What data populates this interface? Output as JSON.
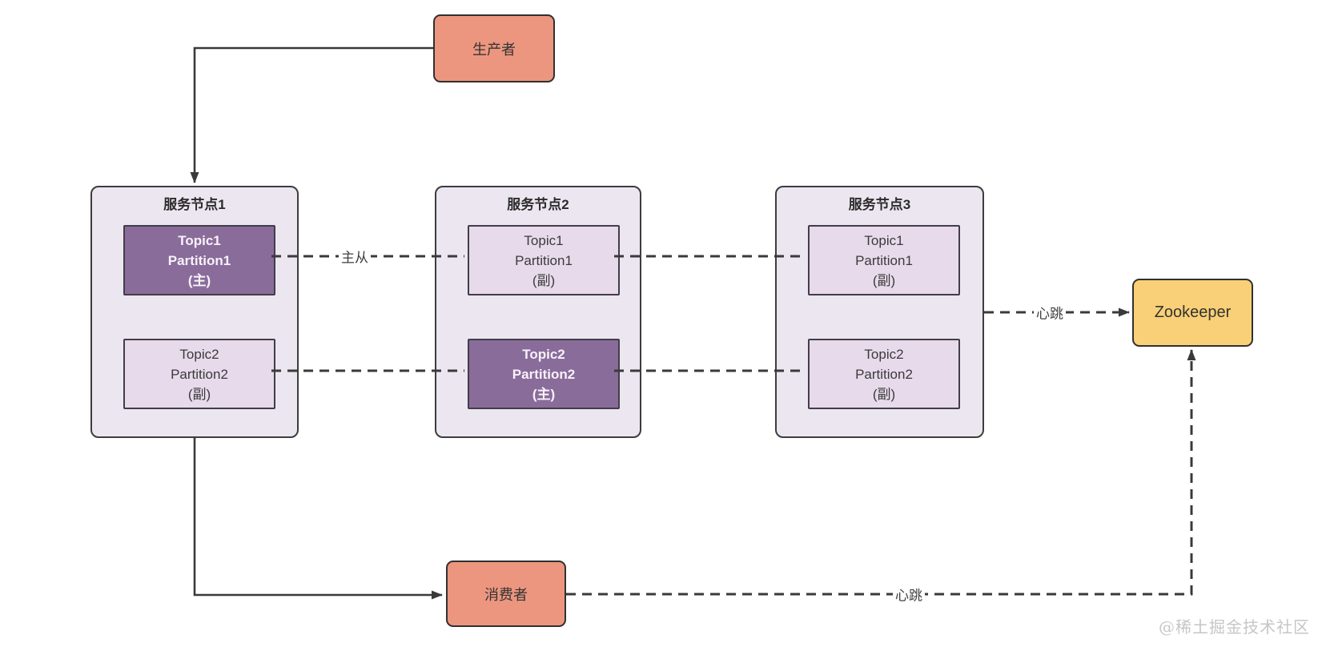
{
  "diagram": {
    "producer": {
      "label": "生产者"
    },
    "consumer": {
      "label": "消费者"
    },
    "zookeeper": {
      "label": "Zookeeper"
    },
    "nodes": [
      {
        "title": "服务节点1",
        "partitions": [
          {
            "topic": "Topic1",
            "partition": "Partition1",
            "role": "(主)",
            "primary": true
          },
          {
            "topic": "Topic2",
            "partition": "Partition2",
            "role": "(副)",
            "primary": false
          }
        ]
      },
      {
        "title": "服务节点2",
        "partitions": [
          {
            "topic": "Topic1",
            "partition": "Partition1",
            "role": "(副)",
            "primary": false
          },
          {
            "topic": "Topic2",
            "partition": "Partition2",
            "role": "(主)",
            "primary": true
          }
        ]
      },
      {
        "title": "服务节点3",
        "partitions": [
          {
            "topic": "Topic1",
            "partition": "Partition1",
            "role": "(副)",
            "primary": false
          },
          {
            "topic": "Topic2",
            "partition": "Partition2",
            "role": "(副)",
            "primary": false
          }
        ]
      }
    ],
    "edge_labels": {
      "master_slave": "主从",
      "heartbeat_broker": "心跳",
      "heartbeat_consumer": "心跳"
    },
    "watermark": "@稀土掘金技术社区",
    "colors": {
      "producer_fill": "#EC967F",
      "node_fill": "#EBE6EF",
      "partition_light_fill": "#E7DAEB",
      "partition_dark_fill": "#8A6C9B",
      "zookeeper_fill": "#F9D077",
      "line": "#3A3A3A",
      "box_border": "#303030",
      "watermark_color": "#C6C6C6"
    }
  }
}
